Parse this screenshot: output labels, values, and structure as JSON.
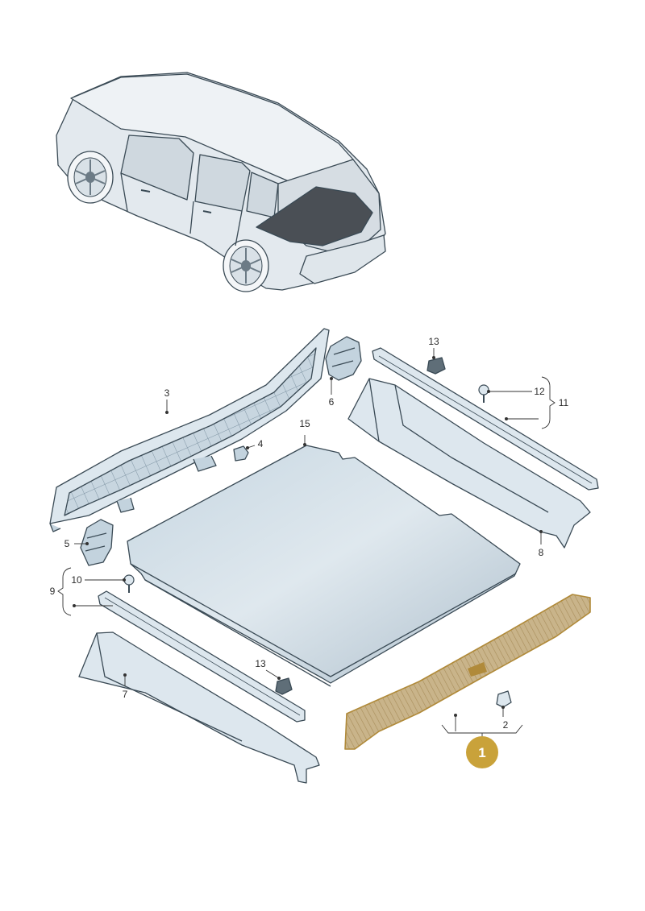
{
  "diagram": {
    "colors": {
      "part_fill": "#dde7ee",
      "part_fill_dark": "#c3d3de",
      "floor_fill": "#b8cbd8",
      "floor_fill_light": "#e8eef3",
      "outline": "#3a4a55",
      "highlight_fill": "#c9b48a",
      "highlight_edge": "#b08a3a",
      "badge_fill": "#c9a23a",
      "car_fill": "#e3e9ee",
      "car_glass": "#cfd8df",
      "car_mat": "#4a4f55"
    },
    "callouts": [
      {
        "id": "c1",
        "label": "1"
      },
      {
        "id": "c2",
        "label": "2"
      },
      {
        "id": "c3",
        "label": "3"
      },
      {
        "id": "c4",
        "label": "4"
      },
      {
        "id": "c5",
        "label": "5"
      },
      {
        "id": "c6",
        "label": "6"
      },
      {
        "id": "c7",
        "label": "7"
      },
      {
        "id": "c8",
        "label": "8"
      },
      {
        "id": "c9",
        "label": "9"
      },
      {
        "id": "c10",
        "label": "10"
      },
      {
        "id": "c11",
        "label": "11"
      },
      {
        "id": "c12",
        "label": "12"
      },
      {
        "id": "c13a",
        "label": "13"
      },
      {
        "id": "c13b",
        "label": "13"
      },
      {
        "id": "c15",
        "label": "15"
      }
    ]
  }
}
